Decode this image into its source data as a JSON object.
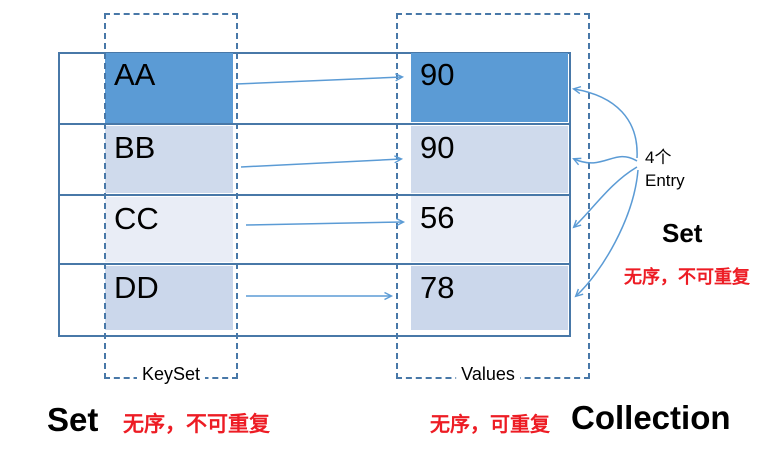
{
  "map_table": {
    "rows": [
      {
        "key": "AA",
        "value": "90"
      },
      {
        "key": "BB",
        "value": "90"
      },
      {
        "key": "CC",
        "value": "56"
      },
      {
        "key": "DD",
        "value": "78"
      }
    ]
  },
  "regions": {
    "keyset_label": "KeySet",
    "values_label": "Values"
  },
  "annotations": {
    "entry_count_line1": "4个",
    "entry_count_line2": "Entry",
    "right_set_label": "Set",
    "right_set_caption": "无序，不可重复",
    "bottom_set_label": "Set",
    "bottom_set_caption": "无序，不可重复",
    "bottom_values_caption": "无序，可重复",
    "collection_label": "Collection"
  },
  "colors": {
    "row_fills": [
      "#5B9BD5",
      "#CFDAEC",
      "#E9EDF6",
      "#CBD7EB"
    ],
    "table_border": "#4878A8",
    "dashed_border": "#4878A8",
    "arrow": "#5B9BD5",
    "caption_red": "#ED1C24",
    "text": "#000000"
  }
}
